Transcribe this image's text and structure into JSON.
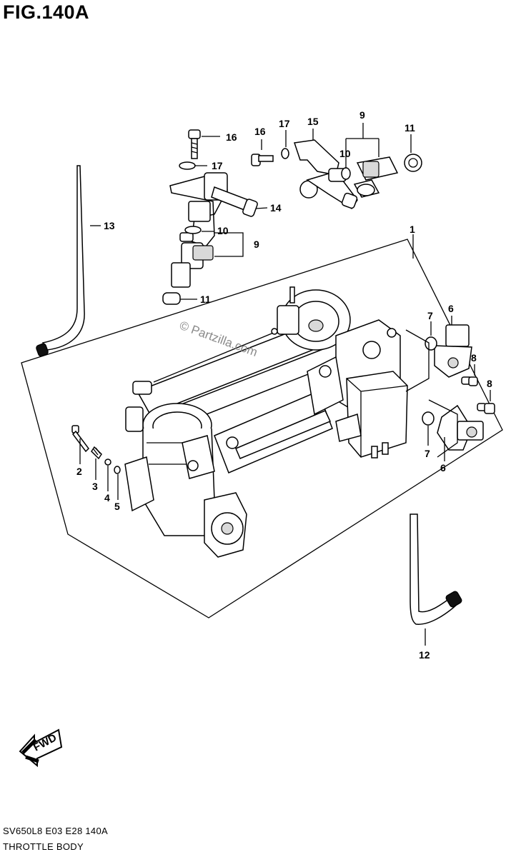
{
  "figure": {
    "title": "FIG.140A",
    "footer_code": "SV650L8  E03  E28  140A",
    "footer_name": "THROTTLE BODY",
    "watermark": "© Partzilla.com",
    "fwd_label": "FWD"
  },
  "callouts": {
    "c1": "1",
    "c2": "2",
    "c3": "3",
    "c4": "4",
    "c5": "5",
    "c6a": "6",
    "c6b": "6",
    "c7a": "7",
    "c7b": "7",
    "c8a": "8",
    "c8b": "8",
    "c9a": "9",
    "c9b": "9",
    "c10a": "10",
    "c10b": "10",
    "c11a": "11",
    "c11b": "11",
    "c12": "12",
    "c13": "13",
    "c14": "14",
    "c15": "15",
    "c16a": "16",
    "c16b": "16",
    "c17a": "17",
    "c17b": "17"
  }
}
